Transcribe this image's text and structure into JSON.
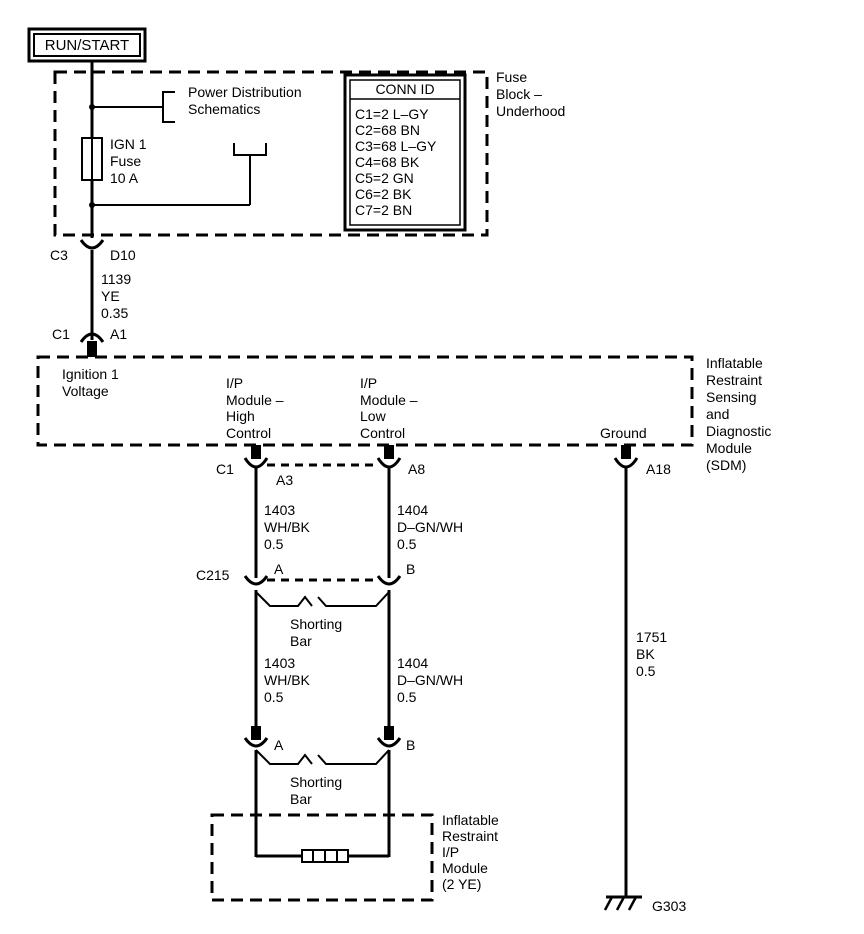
{
  "power_source": {
    "label": "RUN/START"
  },
  "fuse_block": {
    "title_lines": [
      "Fuse",
      "Block –",
      "Underhood"
    ],
    "power_dist_lines": [
      "Power Distribution",
      "Schematics"
    ],
    "fuse_lines": [
      "IGN 1",
      "Fuse",
      "10 A"
    ],
    "conn_id_header": "CONN ID",
    "conn_ids": [
      "C1=2 L–GY",
      "C2=68 BN",
      "C3=68 L–GY",
      "C4=68 BK",
      "C5=2 GN",
      "C6=2 BK",
      "C7=2 BN"
    ]
  },
  "fuse_output": {
    "conn": "C3",
    "pin": "D10"
  },
  "wire_1139": {
    "lines": [
      "1139",
      "YE",
      "0.35"
    ]
  },
  "sdm_input": {
    "conn": "C1",
    "pin": "A1"
  },
  "sdm": {
    "title_lines": [
      "Inflatable",
      "Restraint",
      "Sensing",
      "and",
      "Diagnostic",
      "Module",
      "(SDM)"
    ],
    "ign_label_lines": [
      "Ignition 1",
      "Voltage"
    ],
    "high_label_lines": [
      "I/P",
      "Module –",
      "High",
      "Control"
    ],
    "low_label_lines": [
      "I/P",
      "Module –",
      "Low",
      "Control"
    ],
    "ground_label": "Ground"
  },
  "sdm_out": {
    "conn": "C1",
    "pin_high": "A3",
    "pin_low": "A8",
    "pin_ground": "A18"
  },
  "wire_1403_upper": {
    "lines": [
      "1403",
      "WH/BK",
      "0.5"
    ]
  },
  "wire_1404_upper": {
    "lines": [
      "1404",
      "D–GN/WH",
      "0.5"
    ]
  },
  "c215": {
    "conn": "C215",
    "pin_a": "A",
    "pin_b": "B"
  },
  "shorting_bar_1": {
    "lines": [
      "Shorting",
      "Bar"
    ]
  },
  "wire_1403_lower": {
    "lines": [
      "1403",
      "WH/BK",
      "0.5"
    ]
  },
  "wire_1404_lower": {
    "lines": [
      "1404",
      "D–GN/WH",
      "0.5"
    ]
  },
  "module_conn": {
    "pin_a": "A",
    "pin_b": "B"
  },
  "shorting_bar_2": {
    "lines": [
      "Shorting",
      "Bar"
    ]
  },
  "ip_module": {
    "title_lines": [
      "Inflatable",
      "Restraint",
      "I/P",
      "Module",
      "(2 YE)"
    ]
  },
  "wire_1751": {
    "lines": [
      "1751",
      "BK",
      "0.5"
    ]
  },
  "ground_point": {
    "label": "G303"
  }
}
